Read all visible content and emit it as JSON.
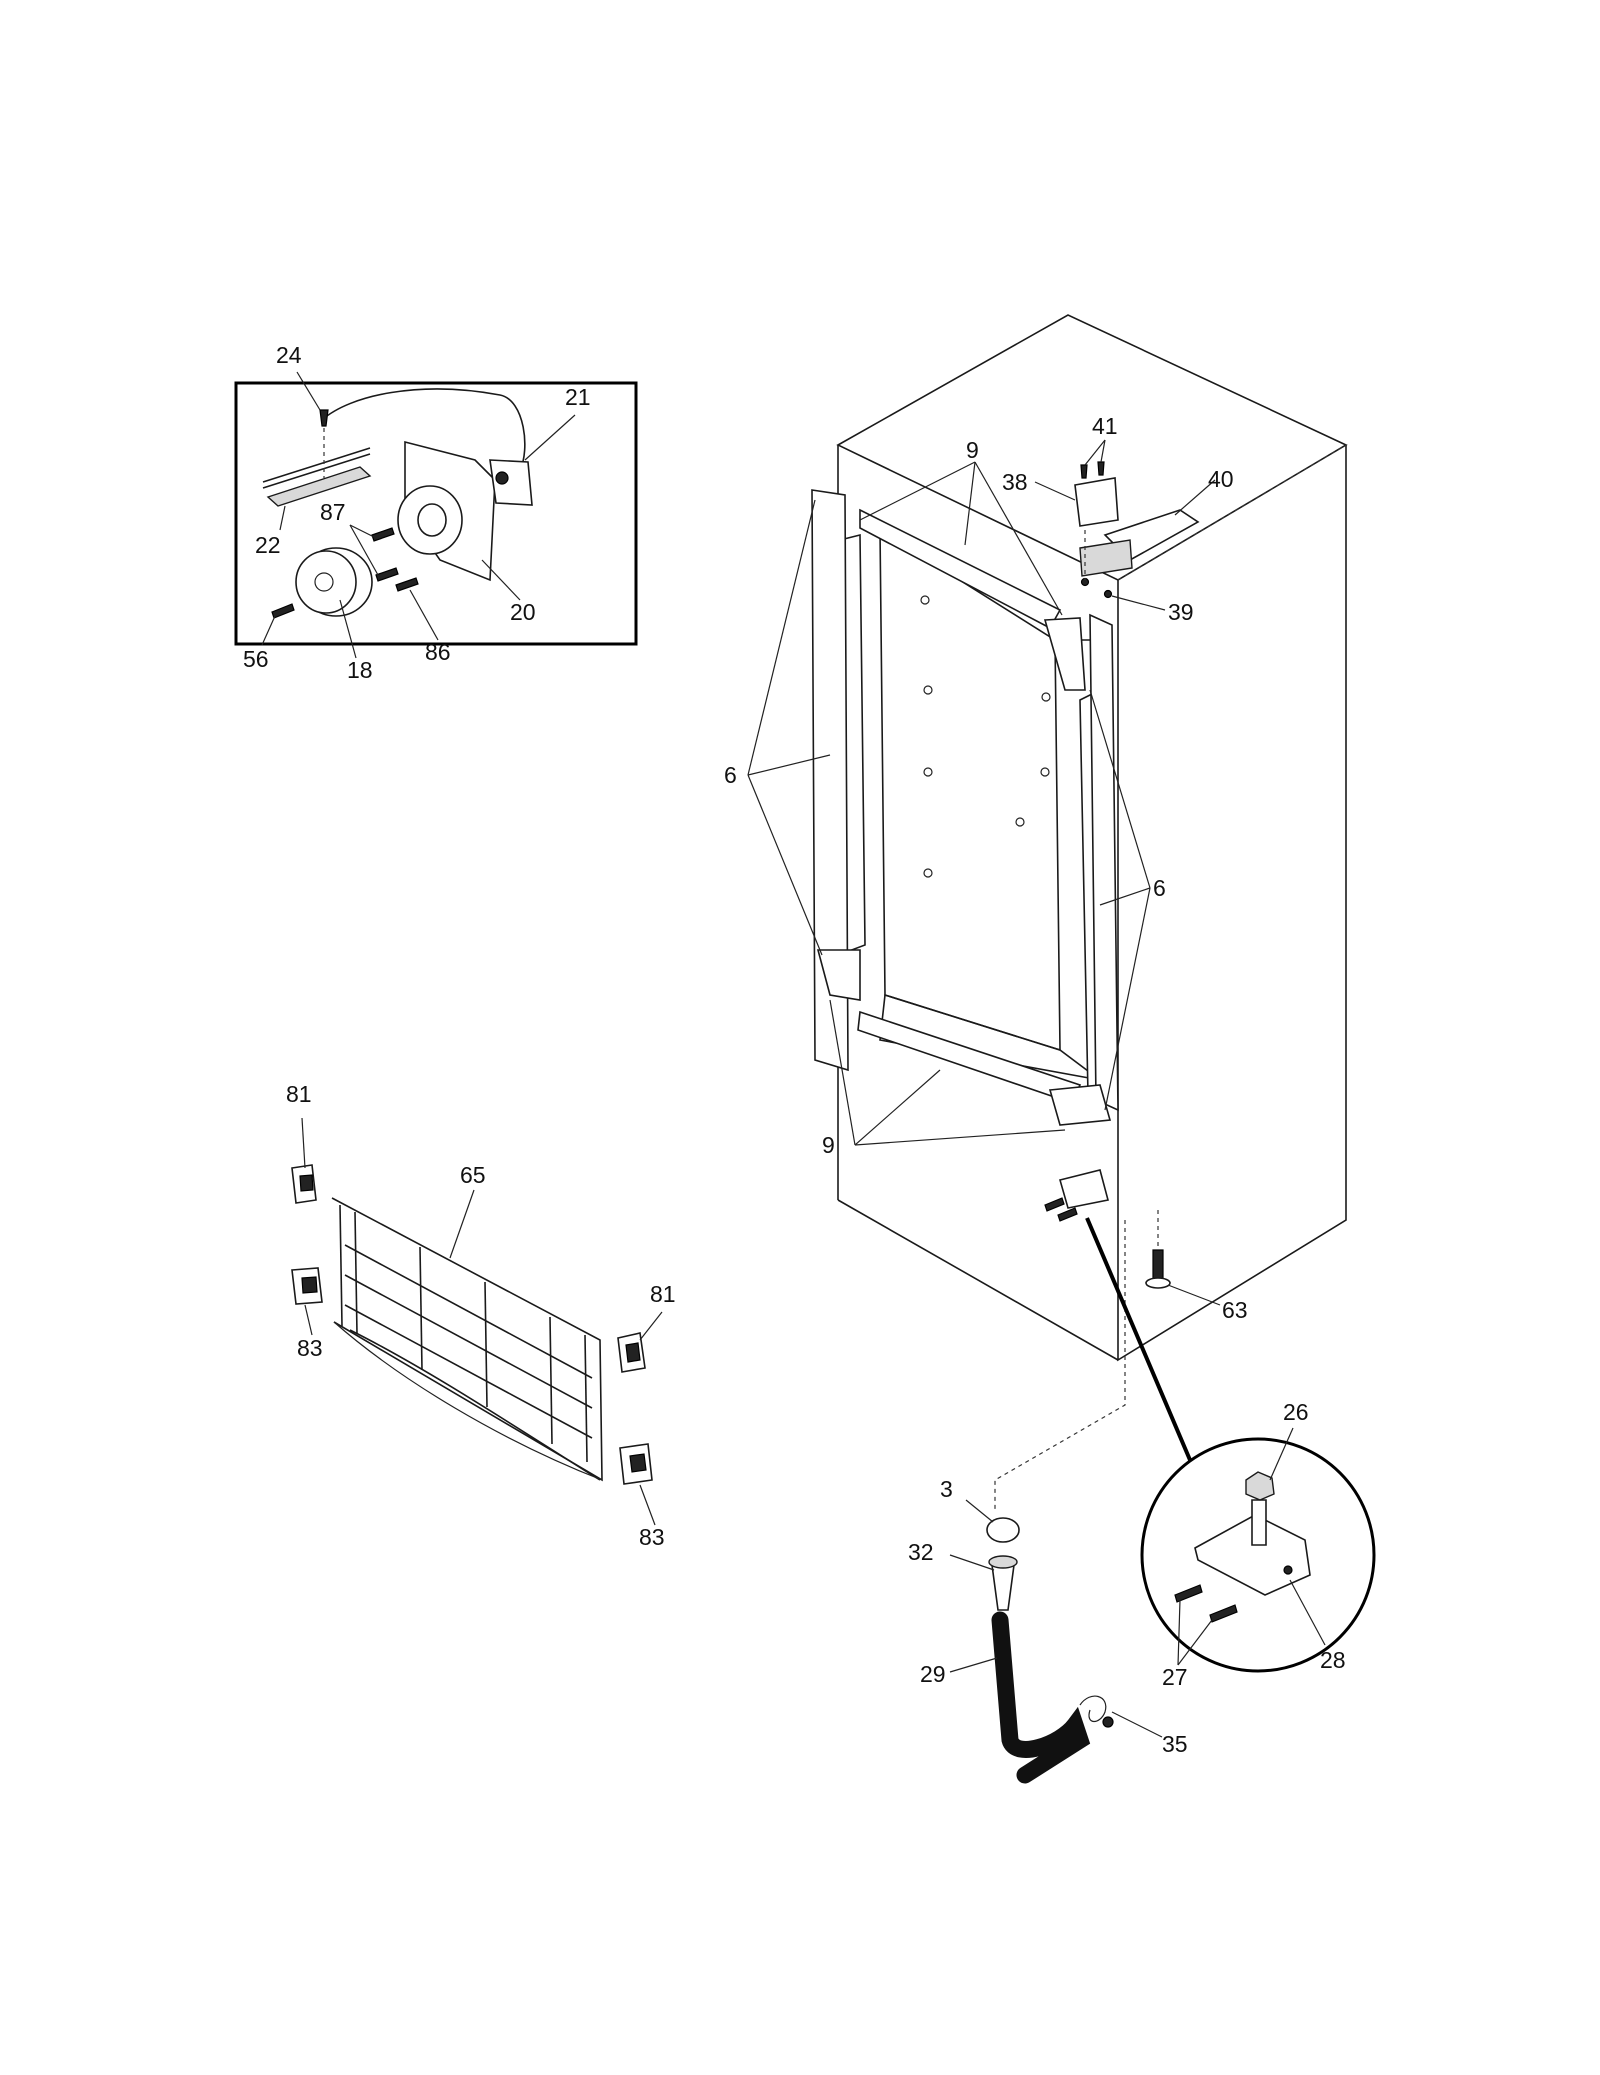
{
  "labels": {
    "p24": "24",
    "p21": "21",
    "p22": "22",
    "p87": "87",
    "p20": "20",
    "p56": "56",
    "p18": "18",
    "p86": "86",
    "p41": "41",
    "p9_top": "9",
    "p38": "38",
    "p40": "40",
    "p39": "39",
    "p6_left": "6",
    "p6_right": "6",
    "p9_bottom": "9",
    "p81_left": "81",
    "p65": "65",
    "p81_right": "81",
    "p83_left": "83",
    "p83_right": "83",
    "p63": "63",
    "p26": "26",
    "p3": "3",
    "p32": "32",
    "p28": "28",
    "p27": "27",
    "p29": "29",
    "p35": "35"
  }
}
